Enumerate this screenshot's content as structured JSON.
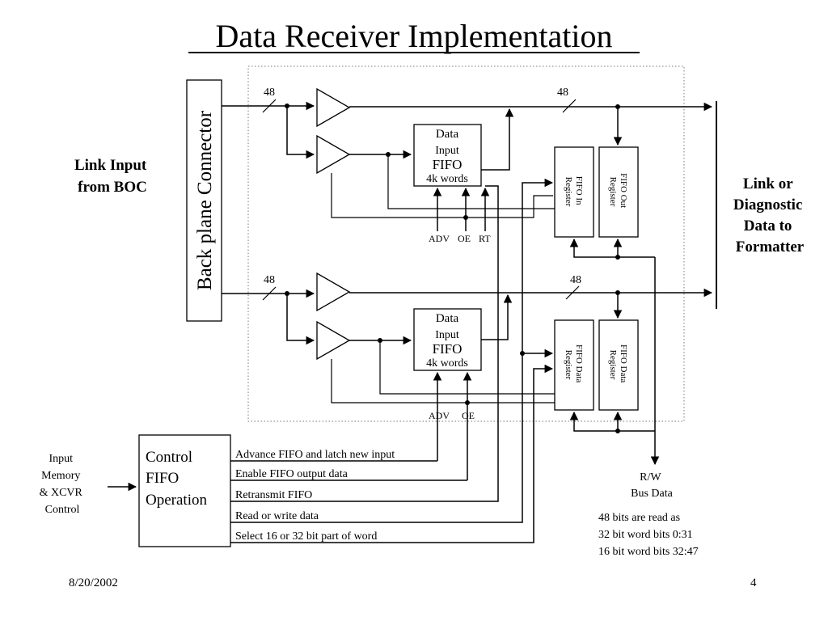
{
  "title": "Data Receiver Implementation",
  "left_labels": {
    "link_input": [
      "Link Input",
      "from BOC"
    ],
    "connector": "Back plane Connector",
    "input_memory": [
      "Input",
      "Memory",
      "& XCVR",
      "Control"
    ]
  },
  "right_label": [
    "Link or",
    "Diagnostic",
    "Data to",
    "Formatter"
  ],
  "bus_widths": {
    "top_in": "48",
    "top_out": "48",
    "bottom_in": "48",
    "bottom_out": "48"
  },
  "fifo_top": {
    "line1": "Data",
    "line2": "Input",
    "line3": "FIFO",
    "line4": "4k words",
    "signals": [
      "ADV",
      "OE",
      "RT"
    ]
  },
  "fifo_bottom": {
    "line1": "Data",
    "line2": "Input",
    "line3": "FIFO",
    "line4": "4k words",
    "signals": [
      "ADV",
      "OE"
    ]
  },
  "registers": {
    "top_left": [
      "FIFO In",
      "Register"
    ],
    "top_right": [
      "FIFO Out",
      "Register"
    ],
    "bottom_left": [
      "FIFO Data",
      "Register"
    ],
    "bottom_right": [
      "FIFO Data",
      "Register"
    ]
  },
  "control_fifo": [
    "Control",
    "FIFO",
    "Operation"
  ],
  "control_lines": [
    "Advance FIFO and latch new input",
    "Enable FIFO output data",
    "Retransmit FIFO",
    "Read or write data",
    "Select 16 or 32 bit part of word"
  ],
  "rw_bus": [
    "R/W",
    "Bus Data"
  ],
  "notes": [
    "48 bits are read as",
    "32 bit word bits 0:31",
    "16 bit word bits 32:47"
  ],
  "footer": {
    "date": "8/20/2002",
    "page": "4"
  }
}
